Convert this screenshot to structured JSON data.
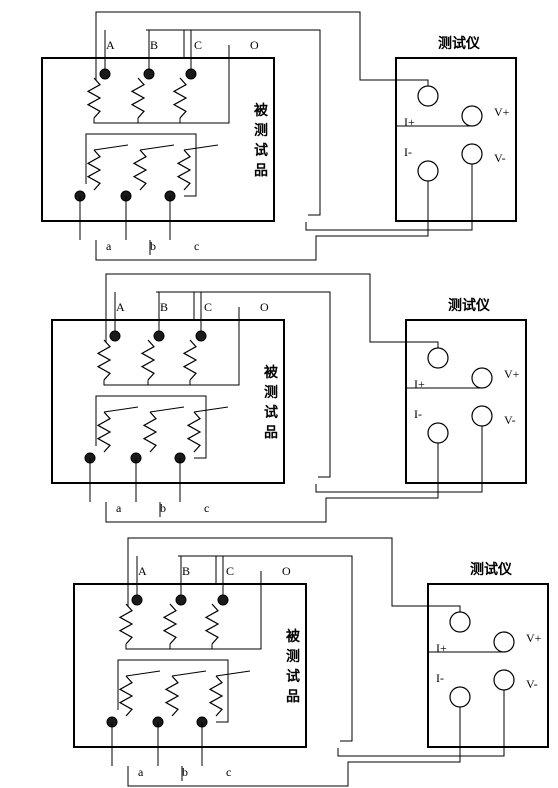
{
  "device_under_test": "被测试品",
  "tester": {
    "title": "测试仪",
    "i_plus": "I+",
    "i_minus": "I-",
    "v_plus": "V+",
    "v_minus": "V-"
  },
  "high_side_terminals": [
    "A",
    "B",
    "C",
    "O"
  ],
  "low_side_terminals": [
    "a",
    "b",
    "c"
  ],
  "diagrams": [
    {
      "id": 1
    },
    {
      "id": 2
    },
    {
      "id": 3
    }
  ]
}
